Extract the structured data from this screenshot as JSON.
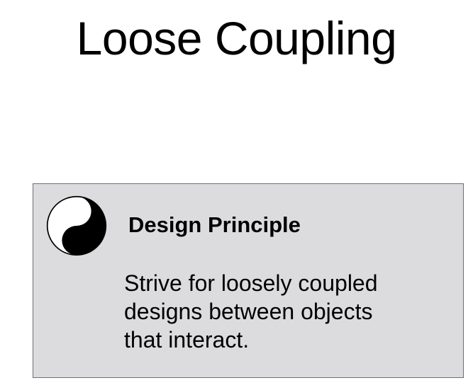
{
  "slide": {
    "title": "Loose Coupling"
  },
  "principle_box": {
    "heading": "Design Principle",
    "icon": "yin-yang-icon",
    "body_lines": [
      "Strive for loosely coupled",
      "designs between objects",
      "that interact."
    ]
  },
  "colors": {
    "box_background": "#dcdcde",
    "box_border": "#6e6e70",
    "text": "#000000"
  }
}
